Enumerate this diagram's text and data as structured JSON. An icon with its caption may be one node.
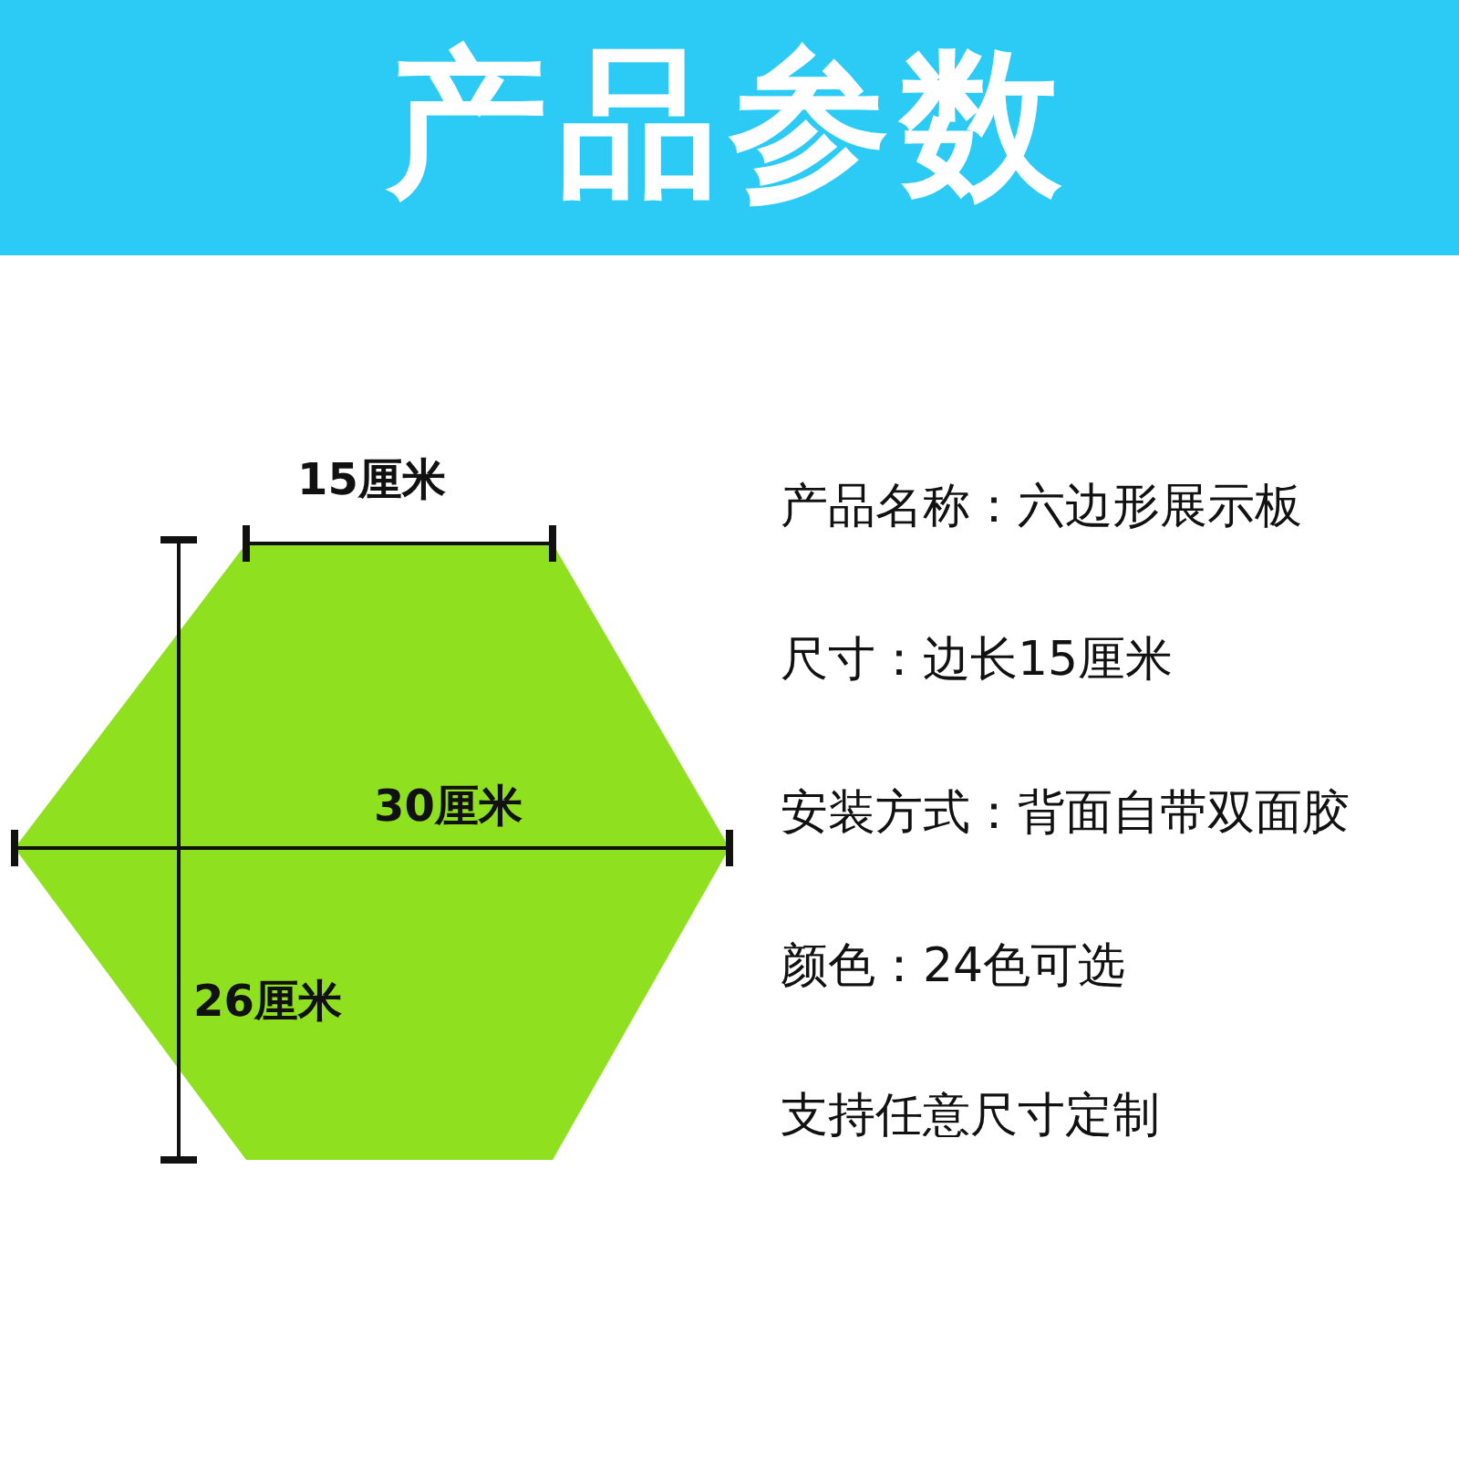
{
  "diagram": {
    "title": "产品参数",
    "labels": [
      "15厘米",
      "产品名称：六边形展示板",
      "尺寸：边长15厘米",
      "30厘米",
      "安装方式：背面自带双面胶",
      "26厘米",
      "颜色：24色可选",
      "支持任意尺寸定制"
    ]
  }
}
